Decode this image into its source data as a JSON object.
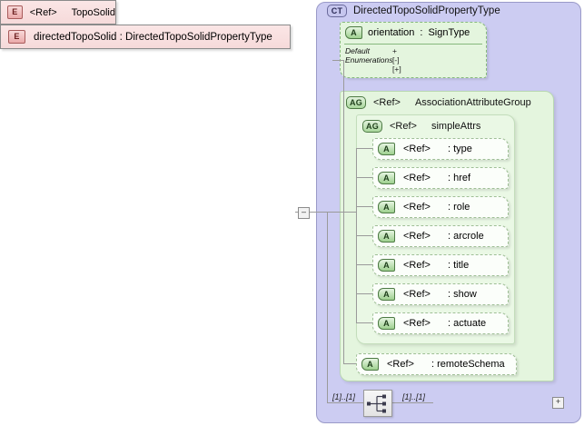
{
  "diagram": {
    "kind": "xsd-schema-diagram",
    "root_element": {
      "badge": "E",
      "name": "directedTopoSolid",
      "separator": ":",
      "type": "DirectedTopoSolidPropertyType",
      "toggle": "–"
    },
    "complex_type": {
      "badge": "CT",
      "name": "DirectedTopoSolidPropertyType"
    },
    "attribute_panel": {
      "badge": "A",
      "name": "orientation",
      "separator": ":",
      "type": "SignType",
      "facets": [
        {
          "key": "Default",
          "value": "+"
        },
        {
          "key": "Enumerations",
          "value": "[-]",
          "extra": "[+]"
        }
      ]
    },
    "attribute_group_outer": {
      "badge": "AG",
      "ref": "<Ref>",
      "separator": ":",
      "name": "AssociationAttributeGroup"
    },
    "attribute_group_inner": {
      "badge": "AG",
      "ref": "<Ref>",
      "separator": ":",
      "name": "simpleAttrs"
    },
    "attributes": [
      {
        "badge": "A",
        "ref": "<Ref>",
        "name": ": type"
      },
      {
        "badge": "A",
        "ref": "<Ref>",
        "name": ": href"
      },
      {
        "badge": "A",
        "ref": "<Ref>",
        "name": ": role"
      },
      {
        "badge": "A",
        "ref": "<Ref>",
        "name": ": arcrole"
      },
      {
        "badge": "A",
        "ref": "<Ref>",
        "name": ": title"
      },
      {
        "badge": "A",
        "ref": "<Ref>",
        "name": ": show"
      },
      {
        "badge": "A",
        "ref": "<Ref>",
        "name": ": actuate"
      }
    ],
    "remote_schema": {
      "badge": "A",
      "ref": "<Ref>",
      "name": ": remoteSchema"
    },
    "compositor": {
      "icon": "choice-compositor-icon",
      "cardinality_left": "[1]..[1]",
      "cardinality_right": "[1]..[1]"
    },
    "child_element": {
      "badge": "E",
      "ref": "<Ref>",
      "separator": ":",
      "type": "TopoSolid",
      "toggle": "+"
    },
    "colors": {
      "complex_type_bg": "#ccccf2",
      "attribute_bg": "#e4f5de",
      "element_bg": "#f6dada",
      "line": "#9a9a9a"
    }
  }
}
